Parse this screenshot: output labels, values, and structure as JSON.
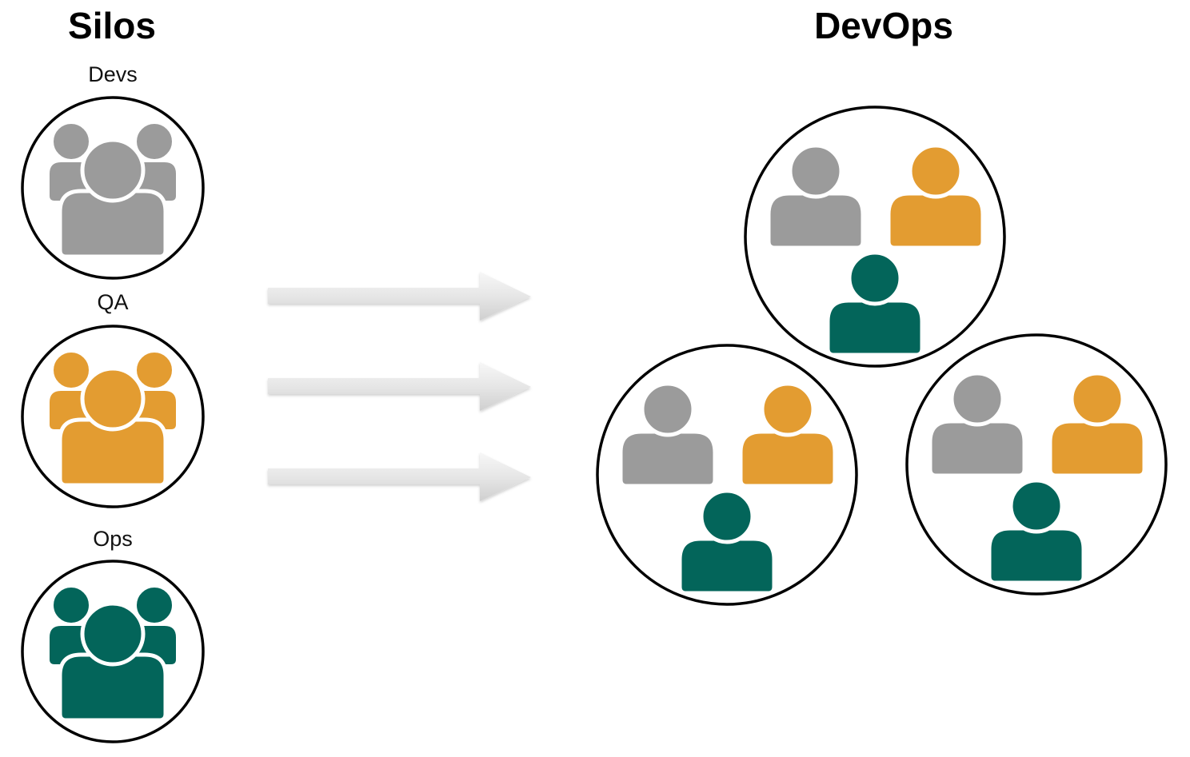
{
  "headings": {
    "left": "Silos",
    "right": "DevOps"
  },
  "silos": [
    {
      "label": "Devs",
      "color": "#9b9b9b"
    },
    {
      "label": "QA",
      "color": "#e39c31"
    },
    {
      "label": "Ops",
      "color": "#03655a"
    }
  ],
  "team_colors": {
    "dev": "#9b9b9b",
    "qa": "#e39c31",
    "ops": "#03655a"
  },
  "devops_team_count": 3,
  "icons": {
    "silo_group": "user-group-icon",
    "member": "user-icon",
    "transition": "right-arrow-icon"
  }
}
